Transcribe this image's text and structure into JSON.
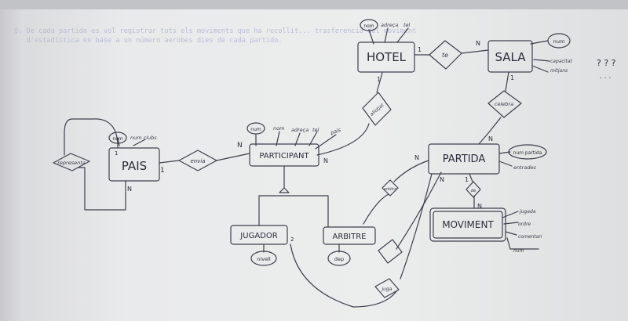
{
  "projected_text": {
    "line1": "Q: De cada partido es vol registrar tots els moviments que ha recollit... trasferencia del moviment",
    "line2": "   d'estadística en base a un número aerobes dies de cada partido."
  },
  "entities": {
    "pais": "PAIS",
    "participant": "PARTICIPANT",
    "hotel": "HOTEL",
    "sala": "SALA",
    "partida": "PARTIDA",
    "jugador": "JUGADOR",
    "arbitre": "ARBITRE",
    "moviment": "MOVIMENT"
  },
  "relationships": {
    "representa": "representa",
    "envia": "envia",
    "allotjat": "allotjat",
    "te": "te",
    "celebra": "celebra",
    "juga": "juga",
    "arbitra": "arbitra",
    "de": "de"
  },
  "attributes": {
    "pais_num_clubs": "num clubs",
    "pais_name": "nom",
    "participant_key": "num",
    "participant_nom": "nom",
    "participant_adreca": "adreça",
    "participant_tel": "tel",
    "participant_pais": "país",
    "hotel_key": "nom",
    "hotel_adreca": "adreça",
    "hotel_tel": "tel",
    "sala_key": "num",
    "sala_capacitat": "capacitat",
    "sala_mitjans": "mitjans",
    "partida_key": "num partida",
    "partida_entrades": "entrades",
    "jugador_nivell": "nivell",
    "arbitre_dep": "dep",
    "moviment_jugada": "jugada",
    "moviment_ordre": "ordre",
    "moviment_comentari": "comentari",
    "moviment_num": "num"
  },
  "cardinalities": {
    "representa_1": "1",
    "representa_n": "N",
    "pais_envia": "1",
    "envia_participant": "N",
    "participant_allotjat": "N",
    "allotjat_hotel": "1",
    "hotel_te": "1",
    "te_sala": "N",
    "sala_celebra": "1",
    "celebra_partida": "N",
    "juga_partida": "N",
    "jugador_juga": "2",
    "arbitra_partida": "N",
    "partida_de": "1",
    "de_moviment": "N"
  },
  "question_marks": "? ? ?",
  "question_marks_2": ". . ."
}
